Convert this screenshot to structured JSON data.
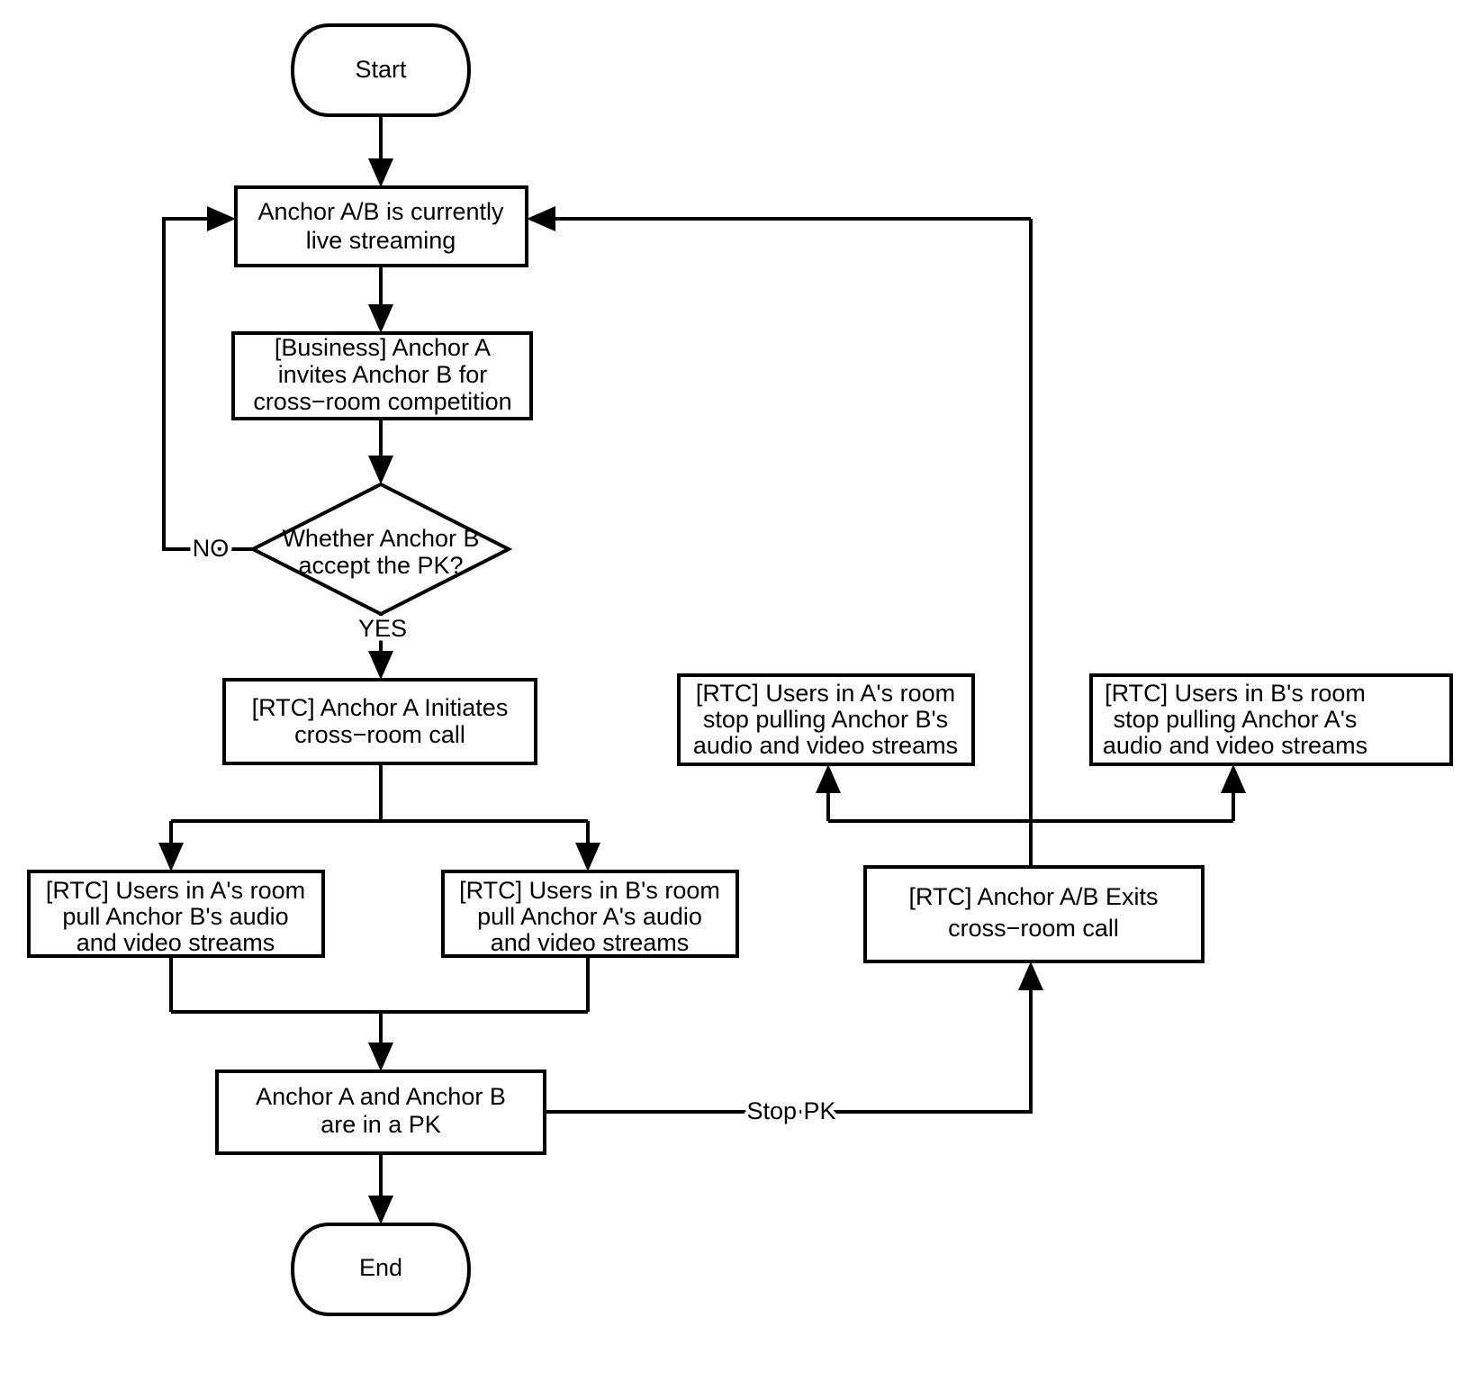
{
  "diagram": {
    "type": "flowchart",
    "title": "Cross-room PK (competition) call flow",
    "background_color": "#ffffff",
    "line_color": "#000000",
    "text_color": "#000000",
    "nodes": [
      {
        "id": "start",
        "shape": "terminator",
        "label": "Start",
        "lines": [
          "Start"
        ]
      },
      {
        "id": "live",
        "shape": "process",
        "label": "Anchor A/B is currently live streaming",
        "lines": [
          "Anchor A/B is currently",
          "live streaming"
        ]
      },
      {
        "id": "invite",
        "shape": "process",
        "label": "[Business] Anchor A invites Anchor B for cross-room competition",
        "lines": [
          "[Business] Anchor A",
          "invites Anchor B for",
          "cross−room competition"
        ]
      },
      {
        "id": "decide",
        "shape": "decision",
        "label": "Whether Anchor B accept the PK?",
        "lines": [
          "Whether Anchor B",
          "accept the PK?"
        ]
      },
      {
        "id": "initiate",
        "shape": "process",
        "label": "[RTC] Anchor A Initiates cross-room call",
        "lines": [
          "[RTC] Anchor A Initiates",
          "cross−room call"
        ]
      },
      {
        "id": "pull_a",
        "shape": "process",
        "label": "[RTC] Users in A's room pull Anchor B's audio and video streams",
        "lines": [
          "[RTC] Users in A's room",
          "pull Anchor B's audio",
          "and video streams"
        ]
      },
      {
        "id": "pull_b",
        "shape": "process",
        "label": "[RTC] Users in B's room pull Anchor A's audio and video streams",
        "lines": [
          "[RTC] Users in B's room",
          "pull Anchor A's audio",
          "and video streams"
        ]
      },
      {
        "id": "in_pk",
        "shape": "process",
        "label": "Anchor A and Anchor B are in a PK",
        "lines": [
          "Anchor A and Anchor B",
          "are in a PK"
        ]
      },
      {
        "id": "end",
        "shape": "terminator",
        "label": "End",
        "lines": [
          "End"
        ]
      },
      {
        "id": "stop_a",
        "shape": "process",
        "label": "[RTC] Users in A's room stop pulling Anchor B's audio and video streams",
        "lines": [
          "[RTC] Users in A's room",
          "stop pulling Anchor B's",
          "audio and video streams"
        ]
      },
      {
        "id": "stop_b",
        "shape": "process",
        "label": "[RTC] Users in B's room stop pulling Anchor A's audio and video streams",
        "lines": [
          "[RTC] Users in B's room",
          "stop pulling Anchor A's",
          "audio and video streams"
        ]
      },
      {
        "id": "exit_call",
        "shape": "process",
        "label": "[RTC] Anchor A/B Exits cross-room call",
        "lines": [
          "[RTC] Anchor A/B Exits",
          "cross−room call"
        ]
      }
    ],
    "edge_labels": {
      "no": "NO",
      "yes": "YES",
      "stop_pk": "Stop PK"
    },
    "edges": [
      {
        "from": "start",
        "to": "live",
        "label": ""
      },
      {
        "from": "live",
        "to": "invite",
        "label": ""
      },
      {
        "from": "invite",
        "to": "decide",
        "label": ""
      },
      {
        "from": "decide",
        "to": "live",
        "label": "NO"
      },
      {
        "from": "decide",
        "to": "initiate",
        "label": "YES"
      },
      {
        "from": "initiate",
        "to": "pull_a",
        "label": ""
      },
      {
        "from": "initiate",
        "to": "pull_b",
        "label": ""
      },
      {
        "from": "pull_a",
        "to": "in_pk",
        "label": ""
      },
      {
        "from": "pull_b",
        "to": "in_pk",
        "label": ""
      },
      {
        "from": "in_pk",
        "to": "end",
        "label": ""
      },
      {
        "from": "in_pk",
        "to": "exit_call",
        "label": "Stop PK"
      },
      {
        "from": "exit_call",
        "to": "stop_a",
        "label": ""
      },
      {
        "from": "exit_call",
        "to": "stop_b",
        "label": ""
      },
      {
        "from": "exit_call",
        "to": "live",
        "label": ""
      }
    ]
  }
}
